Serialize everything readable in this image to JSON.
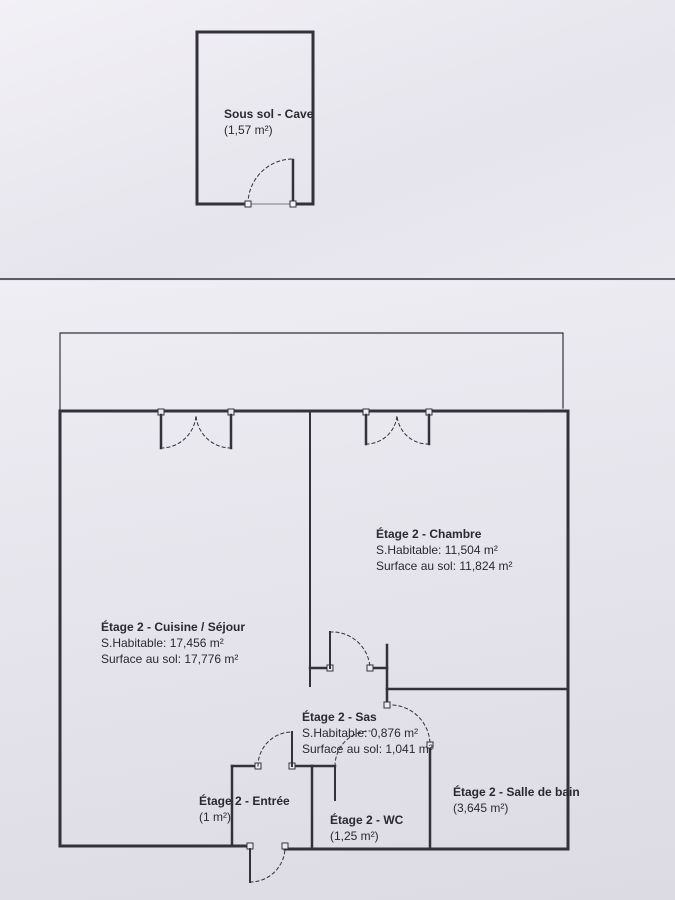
{
  "rooms": {
    "cave": {
      "title": "Sous sol - Cave",
      "area": "(1,57 m²)"
    },
    "sejour": {
      "title": "Étage 2 - Cuisine / Séjour",
      "habitable": "S.Habitable: 17,456 m²",
      "sol": "Surface au sol: 17,776 m²"
    },
    "chambre": {
      "title": "Étage 2 - Chambre",
      "habitable": "S.Habitable: 11,504 m²",
      "sol": "Surface au sol: 11,824 m²"
    },
    "sas": {
      "title": "Étage 2 - Sas",
      "habitable": "S.Habitable: 0,876 m²",
      "sol": "Surface au sol: 1,041 m²"
    },
    "entree": {
      "title": "Étage 2 - Entrée",
      "area": "(1 m²)"
    },
    "wc": {
      "title": "Étage 2 - WC",
      "area": "(1,25 m²)"
    },
    "sdb": {
      "title": "Étage 2 - Salle de bain",
      "area": "(3,645 m²)"
    }
  },
  "colors": {
    "wall": "#33323a",
    "paper": "#eceaf1"
  }
}
